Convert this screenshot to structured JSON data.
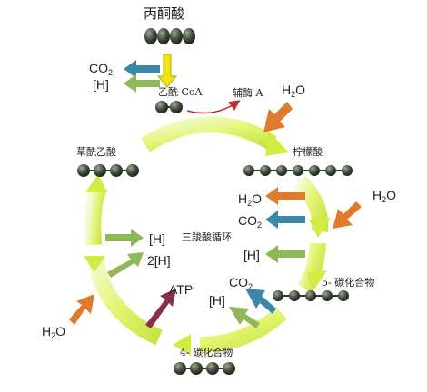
{
  "compounds": {
    "pyruvate": "丙酮酸",
    "acetyl_coa": "乙酰 CoA",
    "coenzyme_a": "辅酶 A",
    "citrate": "柠檬酸",
    "oxaloacetate": "草酰乙酸",
    "c5": "5- 碳化合物",
    "c4": "4- 碳化合物",
    "cycle_name": "三羧酸循环"
  },
  "molecules": {
    "co2_main": "CO",
    "co2_sub": "2",
    "h": "[H]",
    "h2": "2[H]",
    "h2o_main": "H",
    "h2o_sub": "2",
    "h2o_tail": "O",
    "atp": "ATP"
  },
  "colors": {
    "cycle_ring": "#e3f56a",
    "ring_edge": "#c9e83a",
    "bead": "#3e4a3a",
    "arrow_orange": "#e07a2c",
    "arrow_blue": "#3b87a8",
    "arrow_green": "#8eb85a",
    "arrow_yellow": "#f2e414",
    "arrow_maroon": "#8a3046",
    "arrow_red": "#c0302a"
  }
}
